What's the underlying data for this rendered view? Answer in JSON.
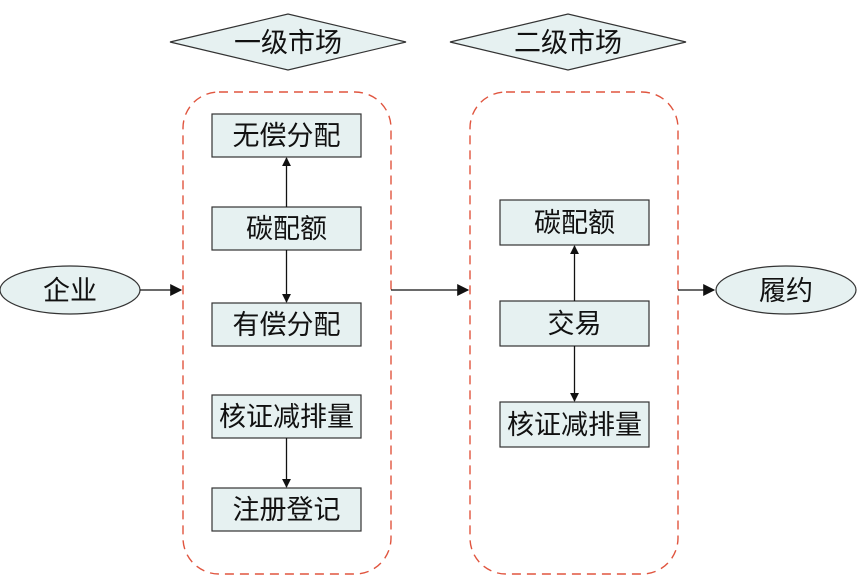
{
  "market_primary": "一级市场",
  "market_secondary": "二级市场",
  "enterprise": "企业",
  "compliance": "履约",
  "primary": {
    "free_allocation": "无偿分配",
    "carbon_quota": "碳配额",
    "paid_allocation": "有偿分配",
    "ccer": "核证减排量",
    "registration": "注册登记"
  },
  "secondary": {
    "carbon_quota": "碳配额",
    "trading": "交易",
    "ccer": "核证减排量"
  },
  "colors": {
    "box_fill": "#e6f1f1",
    "box_stroke": "#333333",
    "group_dash": "#e0553f",
    "arrow": "#111111"
  }
}
